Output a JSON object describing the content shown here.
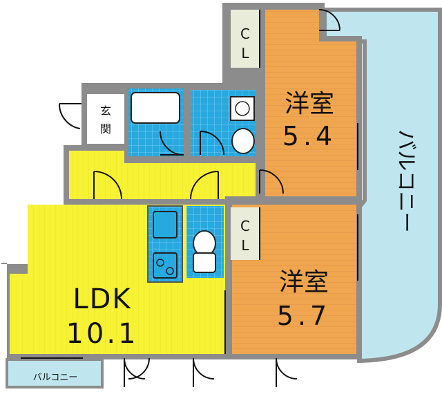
{
  "rooms": {
    "bedroom1": {
      "name": "洋室",
      "size": "5.4"
    },
    "bedroom2": {
      "name": "洋室",
      "size": "5.7"
    },
    "ldk": {
      "name": "LDK",
      "size": "10.1"
    },
    "closet1": {
      "line1": "C",
      "line2": "L"
    },
    "closet2": {
      "line1": "C",
      "line2": "L"
    },
    "entrance": {
      "line1": "玄",
      "line2": "関"
    },
    "balcony_main": "バルコニー",
    "balcony_small": "バルコニー"
  },
  "colors": {
    "ldk": "#f7f234",
    "bedroom": "#f0a64f",
    "wet": "#27a9e0",
    "balcony": "#bfe6ee",
    "closet": "#e9ecd8",
    "wall": "#8c8c8c"
  }
}
